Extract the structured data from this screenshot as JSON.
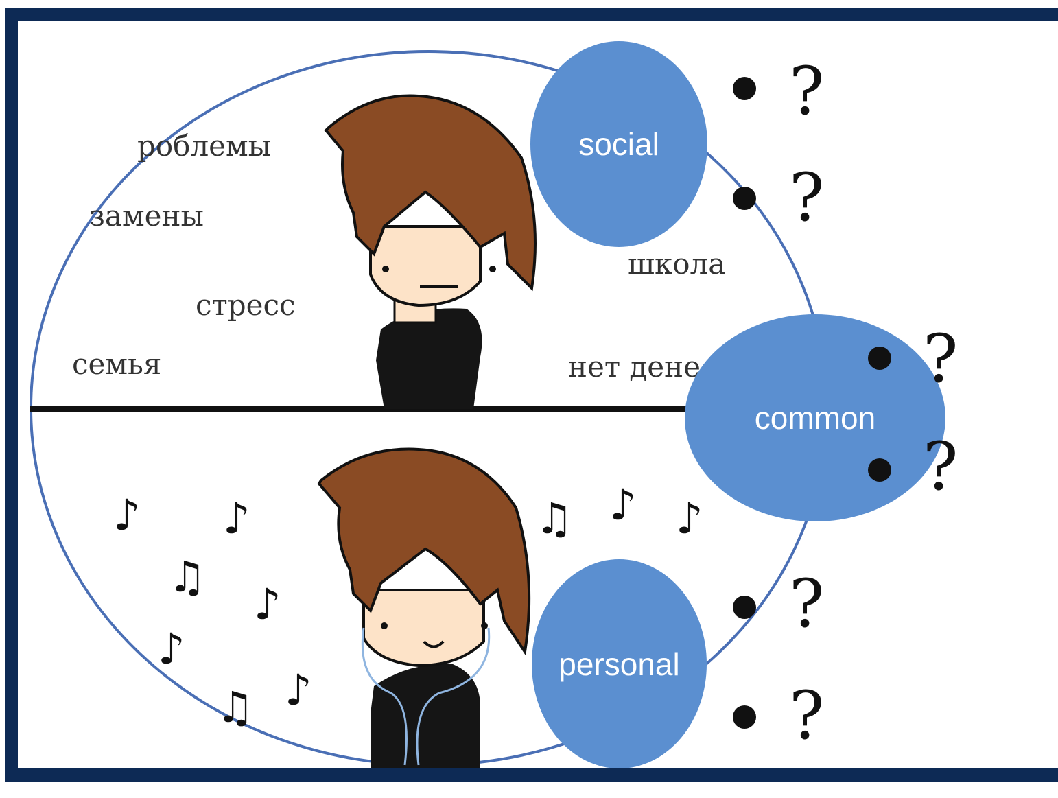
{
  "words": {
    "problems": "роблемы",
    "exams": "замены",
    "stress": "стресс",
    "family": "семья",
    "school": "школа",
    "no_money": "нет дене"
  },
  "bubbles": {
    "social": "social",
    "common": "common",
    "personal": "personal"
  },
  "questions": {
    "social_1": "?",
    "social_2": "?",
    "common_1": "?",
    "common_2": "?",
    "personal_1": "?",
    "personal_2": "?"
  },
  "notes": [
    "♪",
    "♪",
    "♫",
    "♪",
    "♪",
    "♫",
    "♪",
    "♫",
    "♪",
    "♪"
  ],
  "colors": {
    "bubble_fill": "#5b8fd0",
    "frame": "#0d2a55",
    "oval_outline": "#4a6fb5",
    "hair": "#8a4b24",
    "skin": "#fde3c8",
    "shirt": "#151515"
  }
}
